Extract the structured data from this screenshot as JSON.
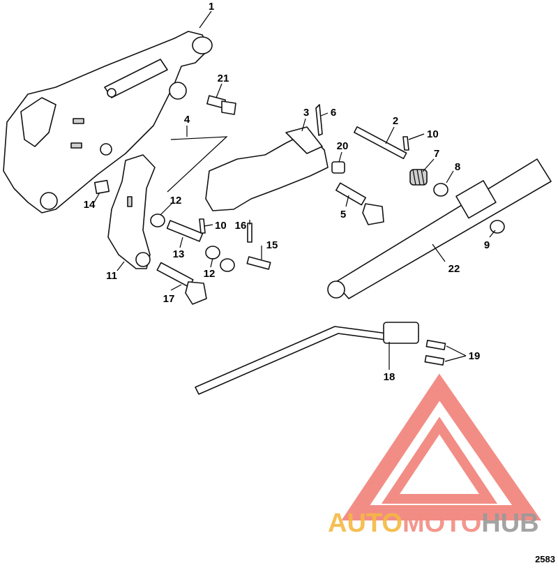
{
  "figure_number": "2583",
  "callouts": [
    {
      "id": "c1",
      "label": "1"
    },
    {
      "id": "c2",
      "label": "2"
    },
    {
      "id": "c3",
      "label": "3"
    },
    {
      "id": "c4",
      "label": "4"
    },
    {
      "id": "c5",
      "label": "5"
    },
    {
      "id": "c6",
      "label": "6"
    },
    {
      "id": "c7",
      "label": "7"
    },
    {
      "id": "c8",
      "label": "8"
    },
    {
      "id": "c9",
      "label": "9"
    },
    {
      "id": "c10a",
      "label": "10"
    },
    {
      "id": "c10b",
      "label": "10"
    },
    {
      "id": "c11",
      "label": "11"
    },
    {
      "id": "c12a",
      "label": "12"
    },
    {
      "id": "c12b",
      "label": "12"
    },
    {
      "id": "c13",
      "label": "13"
    },
    {
      "id": "c14",
      "label": "14"
    },
    {
      "id": "c15",
      "label": "15"
    },
    {
      "id": "c16",
      "label": "16"
    },
    {
      "id": "c17",
      "label": "17"
    },
    {
      "id": "c18",
      "label": "18"
    },
    {
      "id": "c19",
      "label": "19"
    },
    {
      "id": "c20",
      "label": "20"
    },
    {
      "id": "c21",
      "label": "21"
    },
    {
      "id": "c22",
      "label": "22"
    }
  ],
  "watermark": {
    "part1": "AUTO",
    "part2": "MOTO",
    "part3": "HUB",
    "color_primary": "#f5b942",
    "color_secondary": "#f28c82",
    "color_tertiary": "#9a9a9a",
    "logo_color": "#f07a72"
  }
}
